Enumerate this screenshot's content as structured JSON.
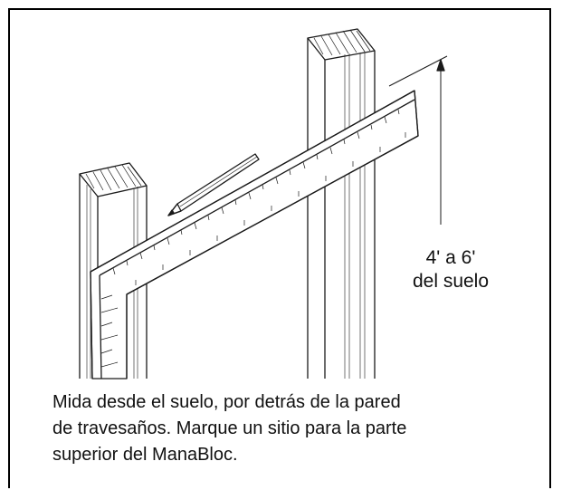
{
  "measurement": {
    "line1": "4' a 6'",
    "line2": "del suelo"
  },
  "caption": {
    "line1": "Mida desde el suelo, por detrás de la pared",
    "line2": "de travesaños. Marque un sitio para la parte",
    "line3": "superior del ManaBloc."
  },
  "colors": {
    "stroke": "#1a1a1a",
    "background": "#ffffff"
  }
}
